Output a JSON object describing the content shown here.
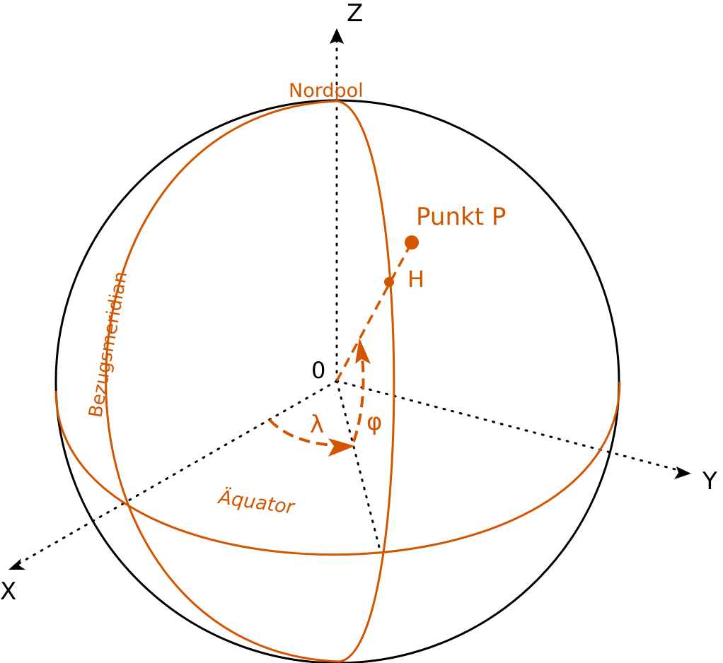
{
  "colors": {
    "accent": "#d45500",
    "line": "#000000"
  },
  "axes": {
    "z": "Z",
    "y": "Y",
    "x": "X",
    "origin": "0"
  },
  "labels": {
    "north_pole": "Nordpol",
    "reference_meridian": "Bezugsmeridian",
    "equator": "Äquator",
    "point": "Punkt P",
    "h": "H",
    "lambda": "λ",
    "phi": "φ"
  }
}
